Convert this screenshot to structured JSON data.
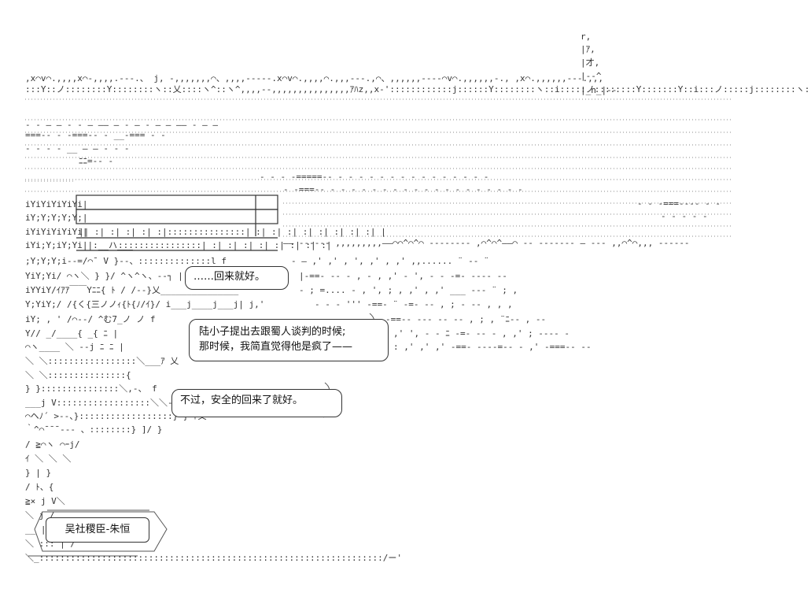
{
  "speech": {
    "line1": "……回来就好。",
    "line2a": "陆小子提出去跟蜀人谈判的时候;",
    "line2b": "那时候，我简直觉得他是疯了——",
    "line3": "不过，安全的回来了就好。"
  },
  "caption": {
    "speaker": "吴社稷臣-朱恒"
  }
}
